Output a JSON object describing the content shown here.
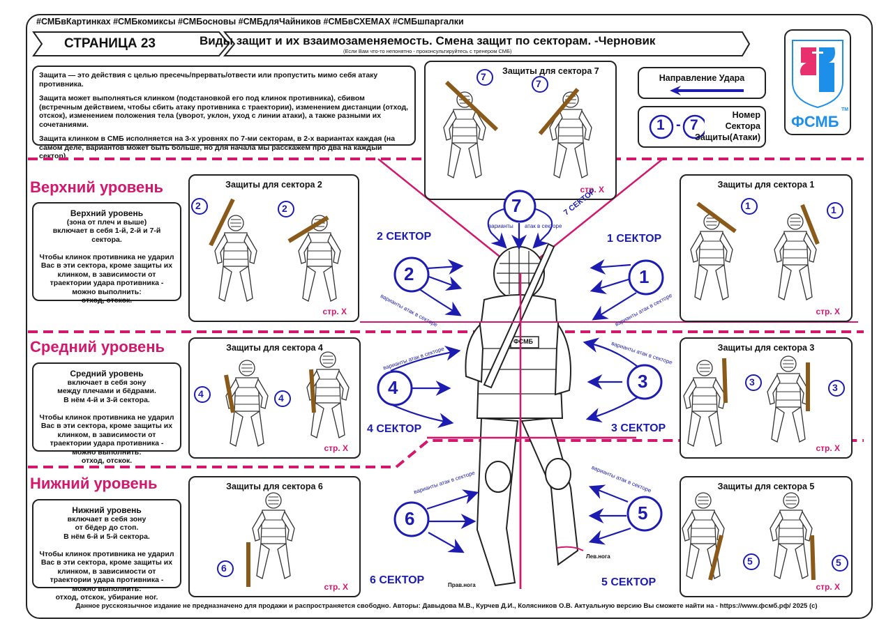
{
  "hashtags": "#СМБвКартинках #СМБкомиксы #СМБосновы #СМБдляЧайников #СМБвСХЕМАХ #СМБшпаргалки",
  "page_label": "СТРАНИЦА 23",
  "title": "Виды защит и их взаимозаменяемость. Смена защит по секторам. -Черновик",
  "subtitle": "(Если Вам что-то непонятно  - проконсультируйтесь с тренером СМБ)",
  "logo_text": "ФСМБ",
  "logo_tm": "ТМ",
  "intro": {
    "p1": "Защита — это действия с целью пресечь/прервать/отвести или пропустить мимо себя атаку противника.",
    "p2": "Защита может выполняться клинком (подстановкой его под клинок противника), сбивом (встречным действием, чтобы сбить атаку противника с траектории), изменением дистанции (отход, отскок), изменением положения  тела (уворот, уклон, уход с линии атаки), а также разными их сочетаниями.",
    "p3": "Защита клинком в СМБ  исполняется на 3-х уровнях по 7-ми секторам, в 2-х вариантах каждая (на самом деле, вариантов может быть больше, но для начала мы расскажем про два на каждый сектор)."
  },
  "legend": {
    "direction_label": "Направление Удара",
    "range_from": "1",
    "range_dash": "-",
    "range_to": "7",
    "number_label": "Номер\nСектора\nЗащиты(Атаки)"
  },
  "levels": {
    "upper": {
      "title": "Верхний уровень",
      "desc_title": "Верхний уровень",
      "desc": "(зона от плеч и выше)\nвключает в себя 1-й, 2-й и 7-й сектора.\n\nЧтобы клинок противника не ударил Вас в эти сектора, кроме защиты их клинком, в зависимости от траектории удара противника - можно выполнить:\nотход, отскок."
    },
    "middle": {
      "title": "Средний уровень",
      "desc_title": "Средний уровень",
      "desc": "включает в себя зону\nмежду плечами и бёдрами.\nВ нём 4-й и 3-й сектора.\n\nЧтобы клинок противника не ударил Вас в эти сектора, кроме защиты их клинком, в зависимости от траектории удара противника - можно выполнить:\nотход, отскок."
    },
    "lower": {
      "title": "Нижний уровень",
      "desc_title": "Нижний уровень",
      "desc": "включает в себя зону\nот бёдер до стоп.\nВ нём 6-й и 5-й сектора.\n\nЧтобы клинок противника не ударил Вас в эти сектора, кроме защиты их клинком, в зависимости от траектории удара противника - можно выполнить:\nотход, отскок,  убирание ног."
    }
  },
  "panels": {
    "s7": {
      "title": "Защиты для сектора 7",
      "num": "7",
      "page_ref": "стр. Х"
    },
    "s2": {
      "title": "Защиты для сектора 2",
      "num": "2",
      "page_ref": "стр. Х"
    },
    "s1": {
      "title": "Защиты для сектора 1",
      "num": "1",
      "page_ref": "стр. Х"
    },
    "s4": {
      "title": "Защиты для сектора 4",
      "num": "4",
      "page_ref": "стр. Х"
    },
    "s3": {
      "title": "Защиты для сектора 3",
      "num": "3",
      "page_ref": "стр. Х"
    },
    "s6": {
      "title": "Защиты для сектора 6",
      "num": "6",
      "page_ref": "стр. Х"
    },
    "s5": {
      "title": "Защиты для сектора 5",
      "num": "5",
      "page_ref": "стр. Х"
    }
  },
  "center": {
    "sector7_num": "7",
    "sector7_label": "7 СЕКТОР",
    "variants_left_7": "варианты",
    "variants_right_7": "атак в секторе",
    "sector2_label": "2 СЕКТОР",
    "sector1_label": "1 СЕКТОР",
    "sector4_label": "4 СЕКТОР",
    "sector3_label": "3 СЕКТОР",
    "sector6_label": "6 СЕКТОР",
    "sector5_label": "5 СЕКТОР",
    "num2": "2",
    "num1": "1",
    "num4": "4",
    "num3": "3",
    "num6": "6",
    "num5": "5",
    "variants_text": "варианты атак в секторе",
    "chest_badge": "ФСМБ",
    "right_leg": "Прав.нога",
    "left_leg": "Лев.нога"
  },
  "footer": "Данное русскоязычное  издание  не предназначено для продажи и распространяется свободно. Авторы: Давыдова М.В., Курчев Д.И., Колясников О.В. Актуальную версию Вы сможете найти на  -  https://www.фсмб.рф/ 2025 (с)",
  "colors": {
    "pink": "#d3176d",
    "blue": "#1c1cb0",
    "logo_pink": "#e8306e",
    "logo_blue": "#1e8fe8"
  }
}
